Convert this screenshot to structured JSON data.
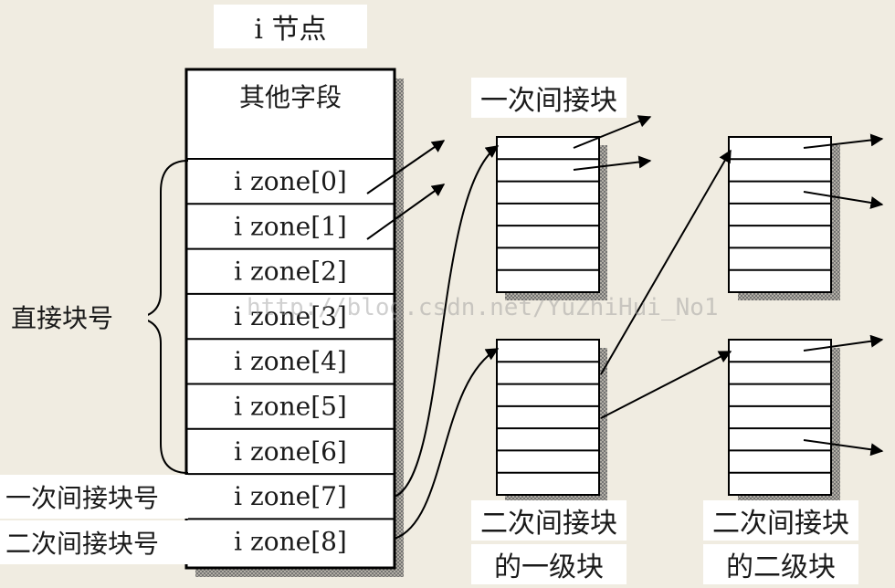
{
  "title": "i 节点",
  "inode": {
    "header": "其他字段",
    "zones": [
      "i zone[0]",
      "i zone[1]",
      "i zone[2]",
      "i zone[3]",
      "i zone[4]",
      "i zone[5]",
      "i zone[6]",
      "i zone[7]",
      "i zone[8]"
    ]
  },
  "side_labels": {
    "direct": "直接块号",
    "single_indirect": "一次间接块号",
    "double_indirect": "二次间接块号"
  },
  "block_labels": {
    "single_indirect": "一次间接块",
    "double_level1_line1": "二次间接块",
    "double_level1_line2": "的一级块",
    "double_level2_line1": "二次间接块",
    "double_level2_line2": "的二级块"
  },
  "watermark": "http://blog.csdn.net/YuZhiHui_No1",
  "colors": {
    "background": "#f0ece1",
    "line": "#000000",
    "shadow": "#8c8c8c",
    "box": "#ffffff"
  }
}
